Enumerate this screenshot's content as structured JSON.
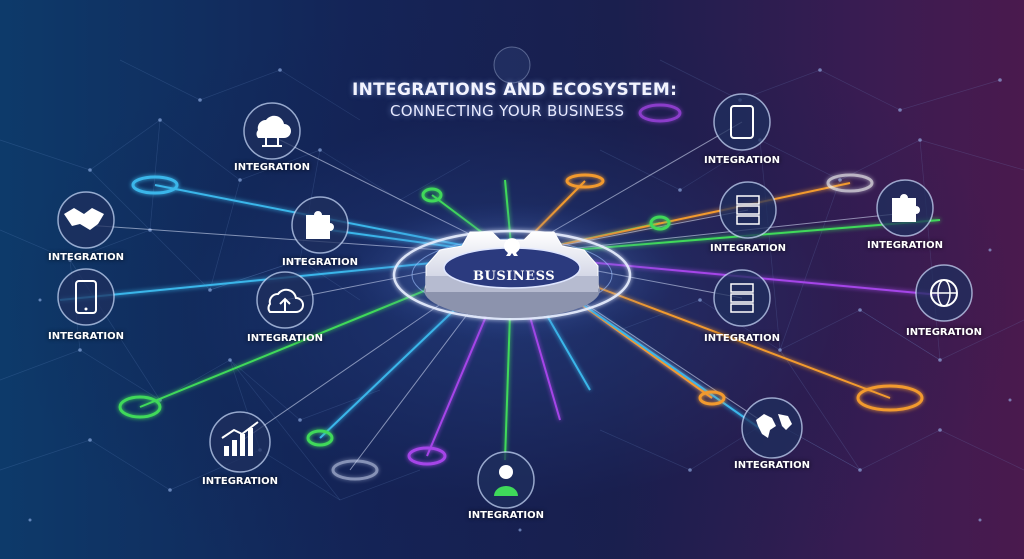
{
  "title": "INTEGRATIONS AND ECOSYSTEM:",
  "subtitle": "CONNECTING YOUR BUSINESS",
  "hub": {
    "label": "BUSINESS",
    "icon": "gear-icon"
  },
  "colors": {
    "green": "#3fd95a",
    "orange": "#f29a2e",
    "blue": "#3ab6ea",
    "purple": "#a545e8"
  },
  "nodes": [
    {
      "id": "cloud-network",
      "label": "INTEGRATION",
      "icon": "cloud-network-icon"
    },
    {
      "id": "handshake",
      "label": "INTEGRATION",
      "icon": "handshake-icon"
    },
    {
      "id": "puzzle-left",
      "label": "INTEGRATION",
      "icon": "puzzle-icon"
    },
    {
      "id": "mobile-left",
      "label": "INTEGRATION",
      "icon": "mobile-phone-icon"
    },
    {
      "id": "cloud-upload",
      "label": "INTEGRATION",
      "icon": "cloud-upload-icon"
    },
    {
      "id": "chart",
      "label": "INTEGRATION",
      "icon": "bar-chart-icon"
    },
    {
      "id": "user",
      "label": "INTEGRATION",
      "icon": "user-icon"
    },
    {
      "id": "tablet",
      "label": "INTEGRATION",
      "icon": "tablet-icon"
    },
    {
      "id": "server-top",
      "label": "INTEGRATION",
      "icon": "server-icon"
    },
    {
      "id": "puzzle-right",
      "label": "INTEGRATION",
      "icon": "puzzle-icon"
    },
    {
      "id": "server-mid",
      "label": "INTEGRATION",
      "icon": "server-icon"
    },
    {
      "id": "globe",
      "label": "INTEGRATION",
      "icon": "globe-icon"
    },
    {
      "id": "world-map",
      "label": "INTEGRATION",
      "icon": "world-map-icon"
    }
  ]
}
